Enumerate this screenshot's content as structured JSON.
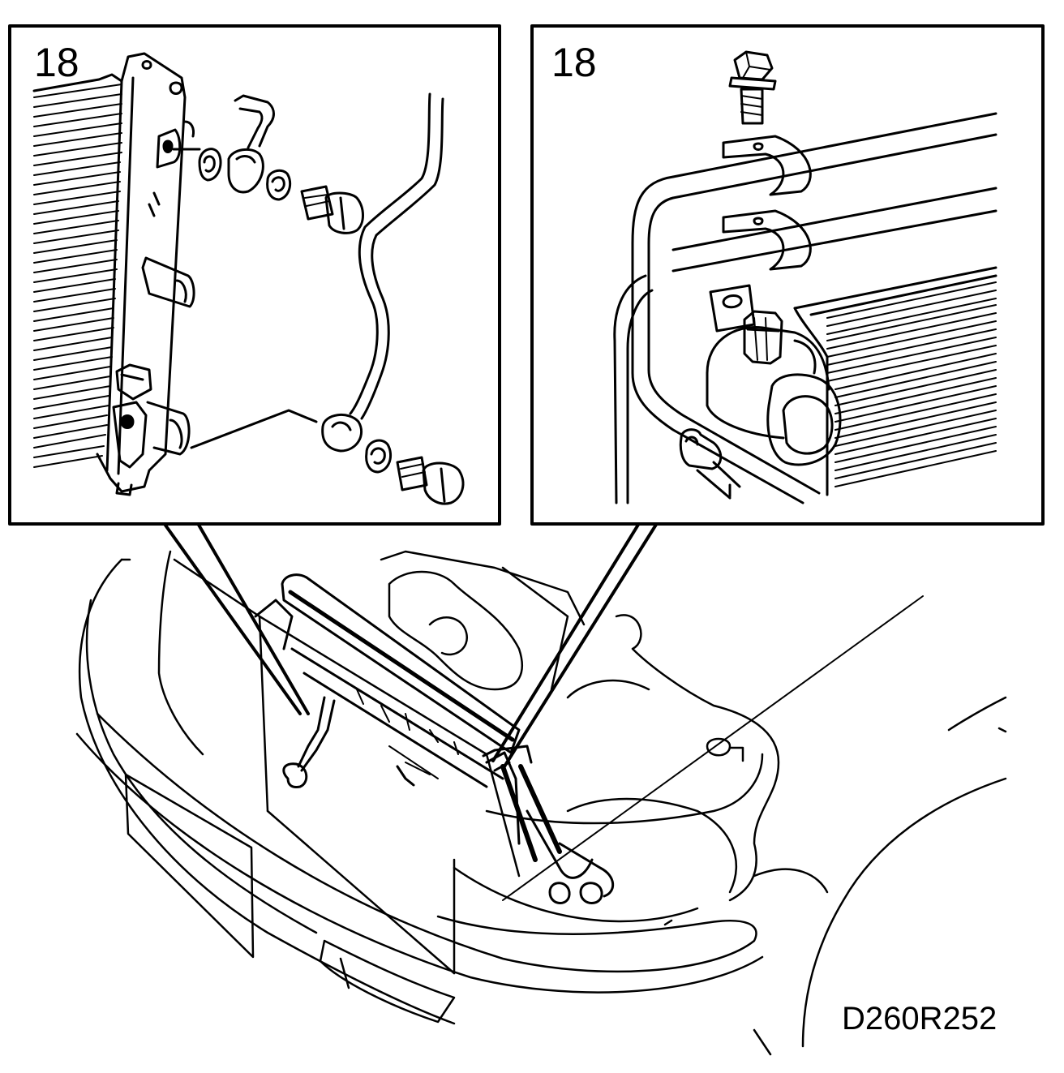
{
  "panels": {
    "left": {
      "step_number": "18"
    },
    "right": {
      "step_number": "18"
    }
  },
  "reference_code": "D260R252",
  "colors": {
    "ink": "#000000",
    "paper": "#ffffff"
  }
}
